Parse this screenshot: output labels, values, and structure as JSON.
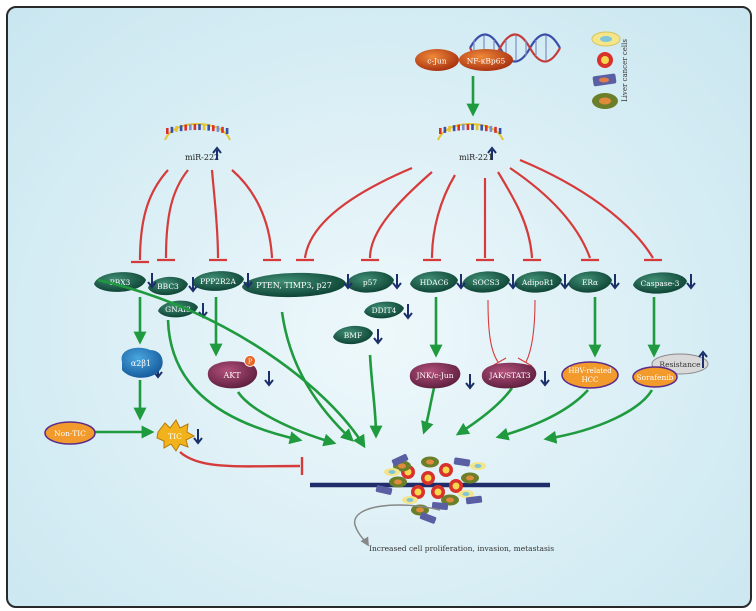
{
  "top": {
    "cjun": "c-Jun",
    "nfkb": "NF-κBp65",
    "legend_label": "Liver cancer cells"
  },
  "mirs": {
    "mir222": "miR-222",
    "mir221": "miR-221"
  },
  "targets": {
    "pbx3": "PBX3",
    "bbc3": "BBC3",
    "ppp2r2a": "PPP2R2A",
    "pten": "PTEN, TIMP3, p27",
    "p57": "p57",
    "hdac6": "HDAC6",
    "socs3": "SOCS3",
    "adipor1": "AdipoR1",
    "era": "ERα",
    "caspase3": "Caspase-3",
    "gnai3": "GNAI3",
    "ddit4": "DDIT4",
    "bmf": "BMF"
  },
  "downstream": {
    "a2b1": "α2β1",
    "akt": "AKT",
    "akt_p": "P",
    "jnk": "JNK/c-Jun",
    "jakstat": "JAK/STAT3",
    "hbv_line1": "HBV-related",
    "hbv_line2": "HCC",
    "resistance": "Resistance",
    "sorafenib": "Sorafenib",
    "non_tic": "Non-TIC",
    "tic": "TIC"
  },
  "outcome": "Increased cell proliferation, invasion, metastasis",
  "colors": {
    "inhibit": "#d63b3b",
    "activate": "#1f9a3e",
    "target_green": "#0f5a45",
    "bar": "#1f2d6b",
    "arrow_blue": "#1b2f6a"
  }
}
